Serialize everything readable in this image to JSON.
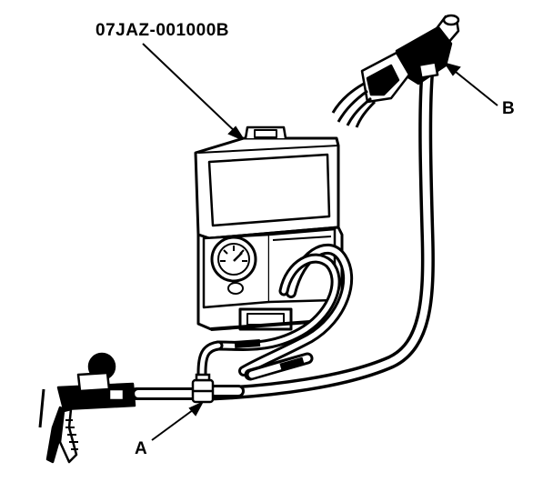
{
  "labels": {
    "tool_part_number": "07JAZ-001000B",
    "callout_a": "A",
    "callout_b": "B"
  },
  "colors": {
    "ink": "#000000",
    "paper": "#ffffff"
  },
  "icons": {
    "tester_case": "pressure-tester-case-icon",
    "gauge": "pressure-gauge-icon",
    "hand_pump": "vacuum-hand-pump-icon",
    "tee": "tee-fitting-icon",
    "connector": "sensor-connector-icon"
  }
}
